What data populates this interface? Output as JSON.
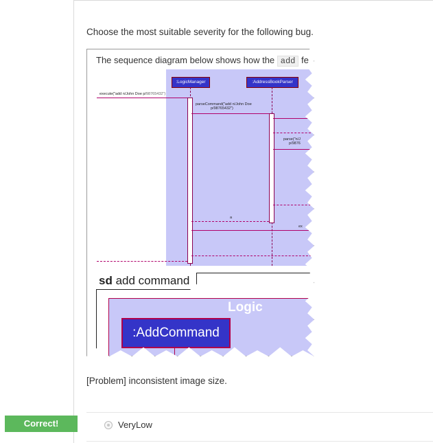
{
  "question": {
    "prompt": "Choose the most suitable severity for the following bug."
  },
  "screenshot": {
    "caption_prefix": "The sequence diagram below shows how the",
    "caption_code": "add",
    "caption_suffix": "fe",
    "participants": [
      ":LogicManager",
      ":AddressBookParser"
    ],
    "messages": {
      "execute": "execute(\"add n/John Doe p/",
      "execute_grey": "98765432\")",
      "parse_command_line1": "parseCommand(\"add n/John Doe",
      "parse_command_line2": "p/98765432\")",
      "parse_line1": "parse(\"n/J",
      "parse_line2": "p/9876",
      "return_a": "a",
      "ex": "ex"
    },
    "frame_label_bold": "sd",
    "frame_label_rest": " add command",
    "logic_title": "Logic",
    "add_command": ":AddCommand",
    "colors": {
      "diagram_bg": "#c8c8f8",
      "participant": "#3434c8",
      "arrow": "#b0006a"
    }
  },
  "problem": "[Problem] inconsistent image size.",
  "result": {
    "badge": "Correct!",
    "badge_color": "#5cb85c"
  },
  "options": [
    {
      "label": "VeryLow",
      "selected": false
    }
  ]
}
